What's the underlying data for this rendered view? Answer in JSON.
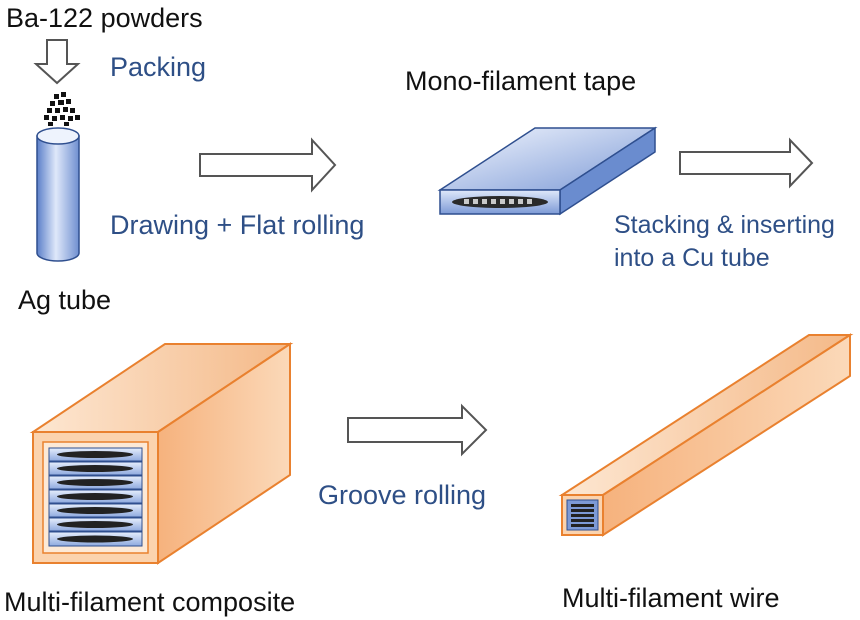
{
  "labels": {
    "powders": "Ba-122 powders",
    "packing": "Packing",
    "ag_tube": "Ag tube",
    "drawing": "Drawing + Flat rolling",
    "mono_tape": "Mono-filament tape",
    "stacking_line1": "Stacking & inserting",
    "stacking_line2": "into a Cu tube",
    "groove": "Groove rolling",
    "composite": "Multi-filament composite",
    "wire": "Multi-filament wire"
  },
  "colors": {
    "process_text": "#2e4f86",
    "label_text": "#111111",
    "silver_blue_light": "#e6eefc",
    "silver_blue_dark": "#5b7fc9",
    "copper_light": "#fde3c8",
    "copper_mid": "#f6b27d",
    "copper_edge": "#e9812f",
    "filament": "#222222",
    "arrow_outline": "#555555"
  },
  "icons": [
    "down-arrow-icon",
    "right-arrow-icon"
  ]
}
